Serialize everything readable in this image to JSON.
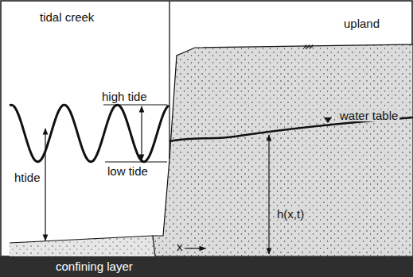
{
  "diagram": {
    "labels": [
      "tidal creek",
      "upland",
      "high tide",
      "low tide",
      "htide",
      "water table",
      "h(x,t)",
      "x",
      "confining layer"
    ]
  }
}
